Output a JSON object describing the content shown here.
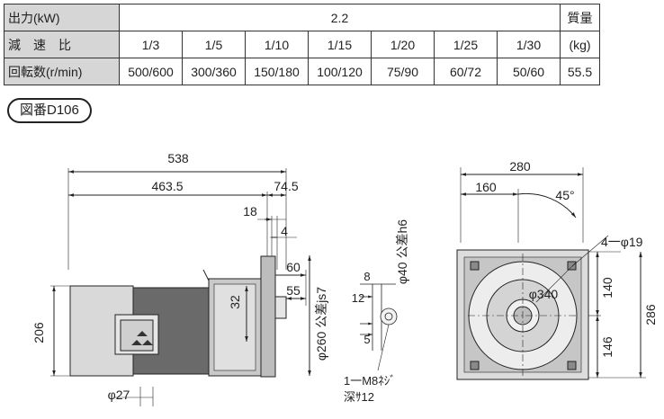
{
  "table": {
    "row_output_label": "出力(kW)",
    "output_value": "2.2",
    "mass_label": "質量",
    "row_ratio_label": "減速比",
    "ratios": [
      "1/3",
      "1/5",
      "1/10",
      "1/15",
      "1/20",
      "1/25",
      "1/30"
    ],
    "mass_unit": "(kg)",
    "row_speed_label": "回転数(r/min)",
    "speeds": [
      "500/600",
      "300/360",
      "150/180",
      "100/120",
      "75/90",
      "60/72",
      "50/60"
    ],
    "mass_value": "55.5"
  },
  "figure_badge": "図番D106",
  "dims_side": {
    "overall": "538",
    "body": "463.5",
    "shaft_total": "74.5",
    "d18": "18",
    "d4": "4",
    "d60": "60",
    "d55": "55",
    "d32": "32",
    "height": "206",
    "shaft_dia": "φ27",
    "flange_dia": "φ260 公差js7",
    "shaft_tol": "φ40 公差h6"
  },
  "dims_key": {
    "d8": "8",
    "d12": "12",
    "d5": "5",
    "tap": "1一M8ﾈｼﾞ",
    "depth": "深ｻ12"
  },
  "dims_front": {
    "width": "280",
    "half": "160",
    "angle": "45°",
    "holes": "4一φ19",
    "pcd": "φ340",
    "h140": "140",
    "h146": "146",
    "h286": "286"
  },
  "colors": {
    "header_bg": "#d6d6d6",
    "line": "#222222",
    "motor_dark": "#5a5a5a",
    "motor_light": "#bdbdbd"
  }
}
